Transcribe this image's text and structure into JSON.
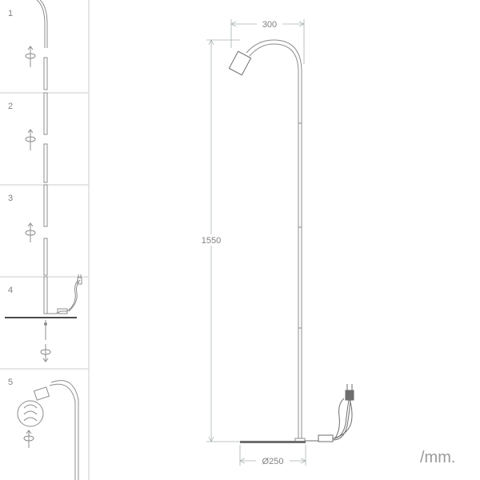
{
  "steps": [
    {
      "number": "1"
    },
    {
      "number": "2"
    },
    {
      "number": "3"
    },
    {
      "number": "4"
    },
    {
      "number": "5"
    }
  ],
  "dimensions": {
    "arm_width": "300",
    "height": "1550",
    "base_diameter": "Ø250",
    "unit": "/mm."
  },
  "colors": {
    "line": "#8c8c8c",
    "dimension": "#a8b4ad",
    "divider": "#c8cfc9",
    "base": "#6e6e6e"
  }
}
